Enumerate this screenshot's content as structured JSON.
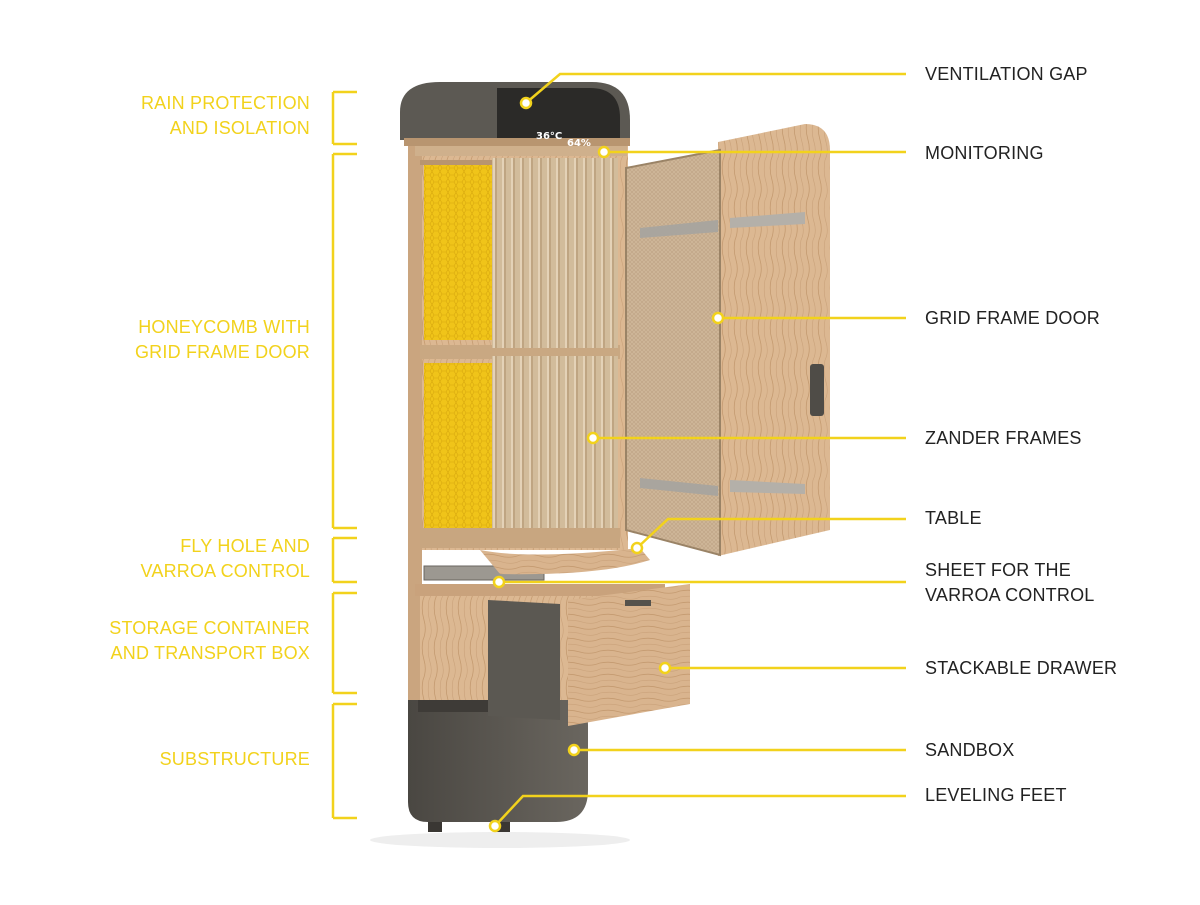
{
  "colors": {
    "accent": "#f2d21c",
    "text": "#222222",
    "wood": "#d9b48e",
    "dark": "#54514b",
    "comb": "#f0c419"
  },
  "display": {
    "temperature": "36°C",
    "humidity": "64%"
  },
  "left_labels": [
    {
      "id": "rain-protection",
      "text": "RAIN PROTECTION\nAND ISOLATION"
    },
    {
      "id": "honeycomb",
      "text": "HONEYCOMB WITH\nGRID FRAME DOOR"
    },
    {
      "id": "fly-hole",
      "text": "FLY HOLE AND\nVARROA CONTROL"
    },
    {
      "id": "storage",
      "text": "STORAGE CONTAINER\nAND TRANSPORT BOX"
    },
    {
      "id": "substructure",
      "text": "SUBSTRUCTURE"
    }
  ],
  "right_labels": [
    {
      "id": "ventilation-gap",
      "text": "VENTILATION GAP"
    },
    {
      "id": "monitoring",
      "text": "MONITORING"
    },
    {
      "id": "grid-frame-door",
      "text": "GRID FRAME DOOR"
    },
    {
      "id": "zander-frames",
      "text": "ZANDER FRAMES"
    },
    {
      "id": "table",
      "text": "TABLE"
    },
    {
      "id": "sheet-varroa",
      "text": "SHEET FOR THE\nVARROA CONTROL"
    },
    {
      "id": "stackable-drawer",
      "text": "STACKABLE DRAWER"
    },
    {
      "id": "sandbox",
      "text": "SANDBOX"
    },
    {
      "id": "leveling-feet",
      "text": "LEVELING FEET"
    }
  ]
}
